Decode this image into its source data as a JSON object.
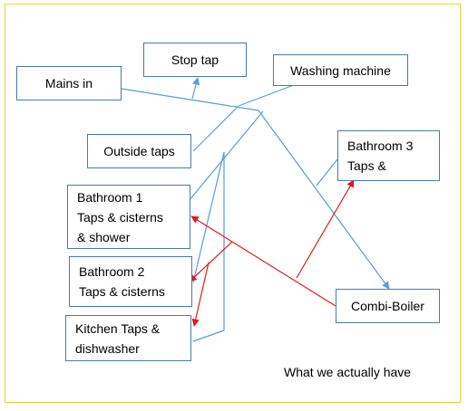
{
  "nodes": {
    "mains_in": "Mains in",
    "stop_tap": "Stop tap",
    "washing_machine": "Washing machine",
    "outside_taps": "Outside taps",
    "bathroom1": [
      "Bathroom 1",
      "Taps & cisterns",
      "& shower"
    ],
    "bathroom2": [
      "Bathroom 2",
      "Taps & cisterns"
    ],
    "kitchen": [
      "Kitchen Taps &",
      "dishwasher"
    ],
    "bathroom3": [
      "Bathroom 3",
      "Taps &"
    ],
    "combi_boiler": "Combi-Boiler"
  },
  "caption": "What we actually have",
  "colors": {
    "cold": "#5b9bd5",
    "hot": "#e31a1c",
    "border": "#4a7aa8",
    "frame": "#e8d23c"
  }
}
